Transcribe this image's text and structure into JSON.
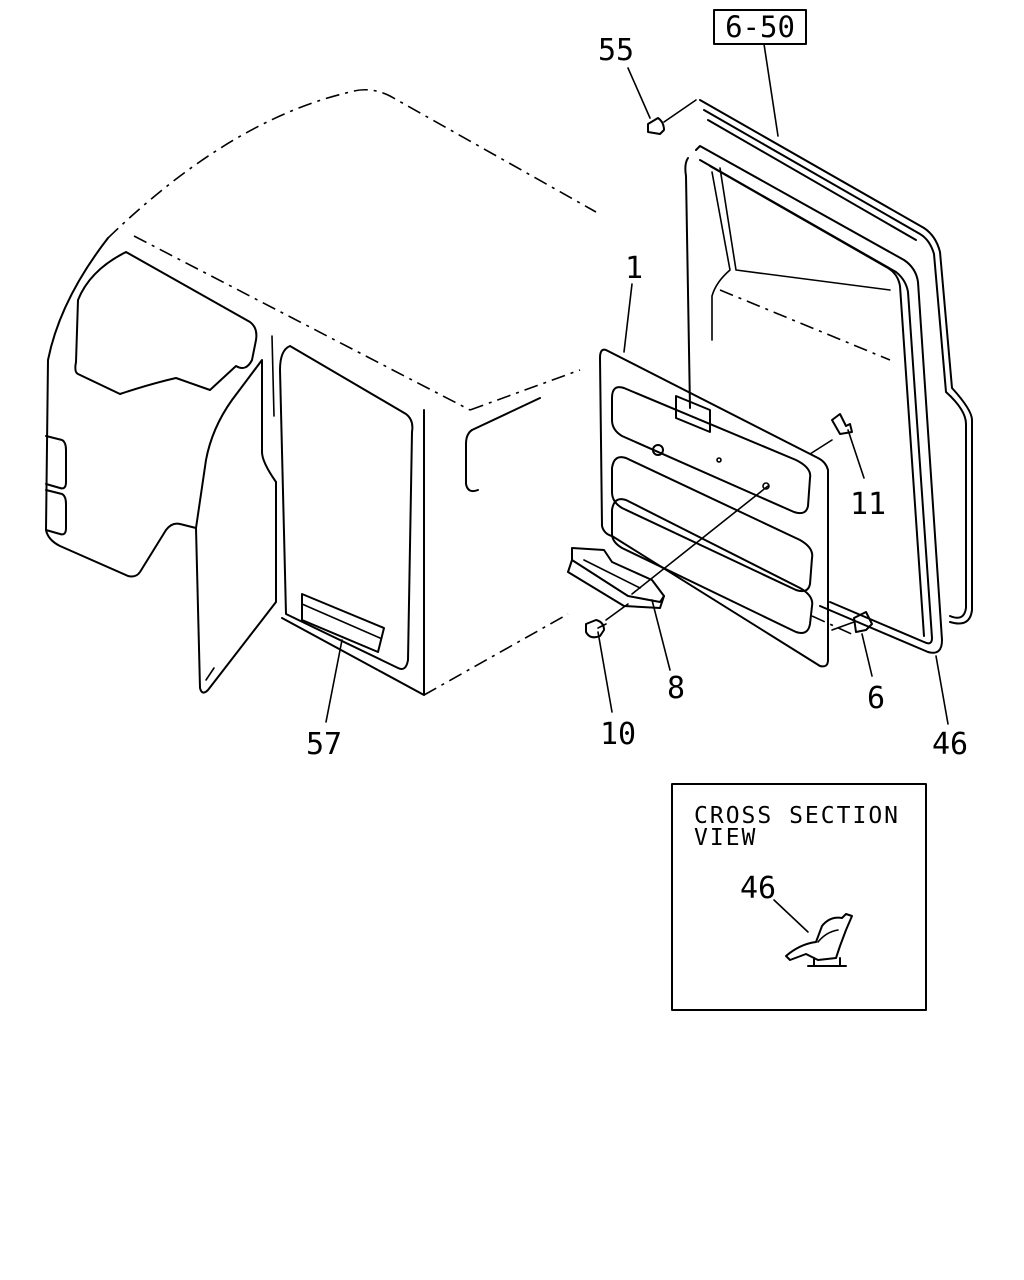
{
  "diagram": {
    "reference_box": "6-50",
    "callouts": {
      "p55": "55",
      "p1": "1",
      "p11": "11",
      "p8": "8",
      "p10": "10",
      "p6": "6",
      "p46": "46",
      "p57": "57"
    },
    "cross_section": {
      "line1": "CROSS SECTION",
      "line2": "VIEW",
      "part": "46"
    }
  }
}
